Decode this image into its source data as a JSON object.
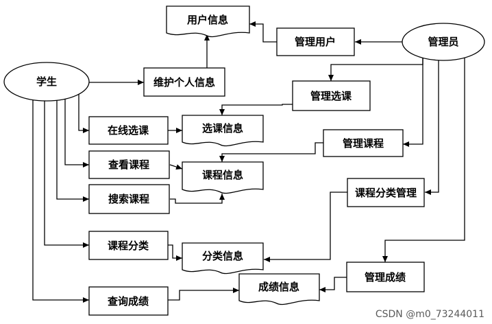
{
  "entities": {
    "admin": "管理员",
    "student": "学生"
  },
  "processes": {
    "manage_users": "管理用户",
    "maintain_info": "维护个人信息",
    "manage_selection": "管理选课",
    "online_selection": "在线选课",
    "manage_courses": "管理课程",
    "view_courses": "查看课程",
    "search_courses": "搜索课程",
    "manage_categories": "课程分类管理",
    "course_category": "课程分类",
    "manage_grades": "管理成绩",
    "query_grades": "查询成绩"
  },
  "data_stores": {
    "user_info": "用户信息",
    "selection_info": "选课信息",
    "course_info": "课程信息",
    "category_info": "分类信息",
    "grade_info": "成绩信息"
  },
  "watermark": "CSDN @m0_73244011"
}
